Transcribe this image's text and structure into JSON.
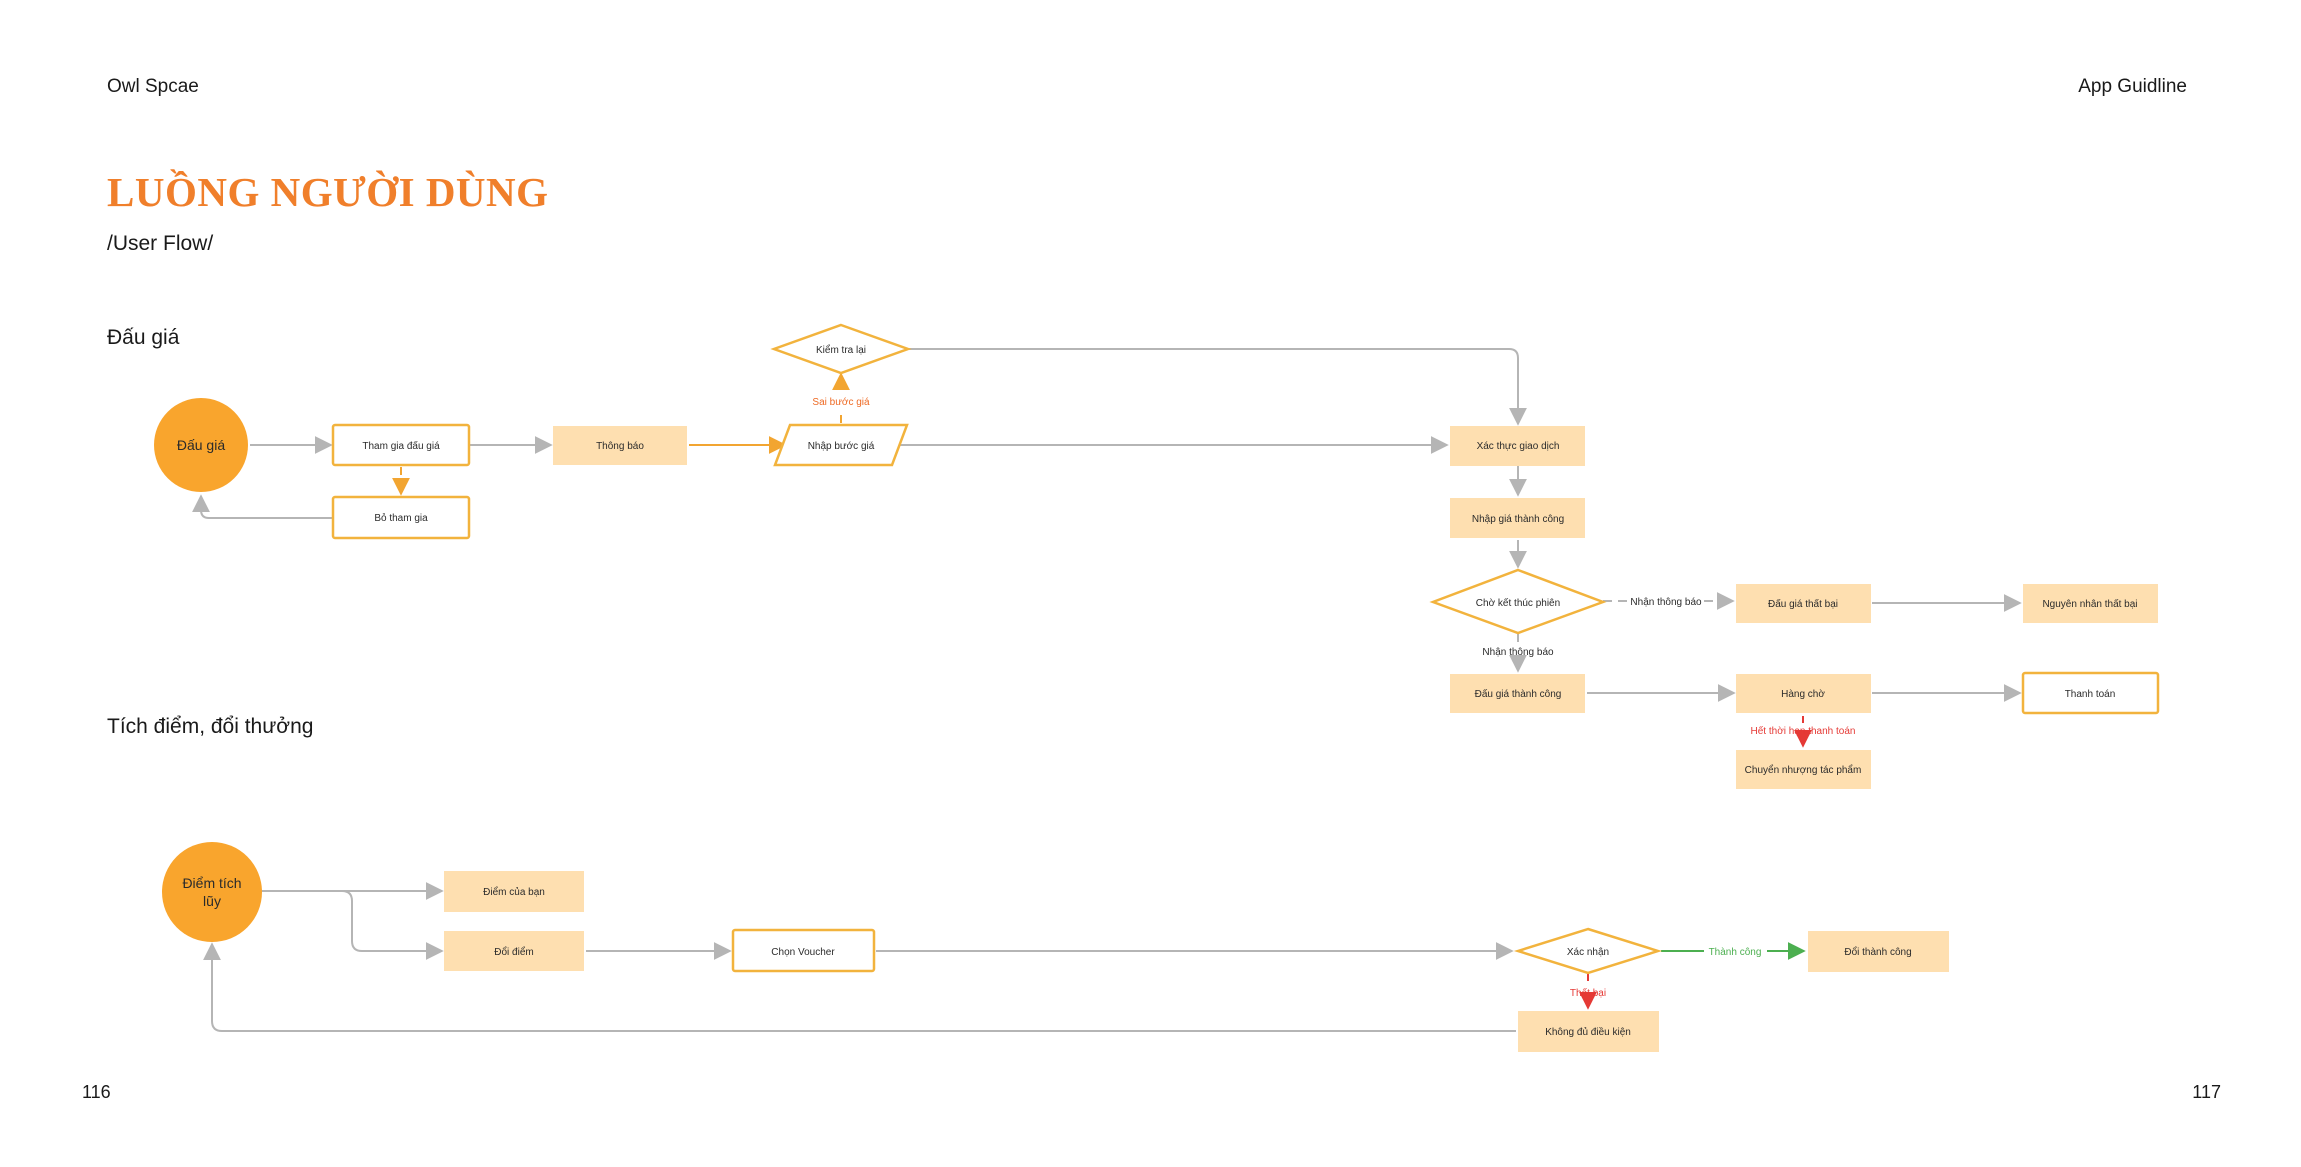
{
  "header": {
    "brand": "Owl Spcae",
    "doc": "App Guidline"
  },
  "title": "LUỒNG NGƯỜI DÙNG",
  "subtitle": "/User Flow/",
  "sections": {
    "auction": "Đấu giá",
    "points": "Tích điểm, đổi thưởng"
  },
  "pages": {
    "left": "116",
    "right": "117"
  },
  "colors": {
    "accent": "#F07F2B",
    "node_orange": "#F9A52D",
    "fill_peach": "#FEDFB0",
    "stroke_orange": "#F2B33D",
    "arrow_gray": "#B5B5B5",
    "error_red": "#E53935",
    "success_green": "#4CAF50"
  },
  "flow_auction": {
    "start": "Đấu giá",
    "join": "Tham gia đấu giá",
    "quit": "Bỏ tham gia",
    "notify": "Thông báo",
    "enter_step": "Nhập bước giá",
    "recheck": "Kiểm tra lại",
    "wrong_step": "Sai bước giá",
    "verify": "Xác thực giao dịch",
    "bid_success": "Nhập giá thành công",
    "wait_end": "Chờ kết thúc phiên",
    "receive_notice_right": "Nhận thông báo",
    "receive_notice_down": "Nhận thông báo",
    "fail": "Đấu giá thất bại",
    "fail_reason": "Nguyên nhân thất bại",
    "success": "Đấu giá thành công",
    "queue": "Hàng chờ",
    "payment": "Thanh toán",
    "expired": "Hết thời hạn thanh toán",
    "transfer": "Chuyển nhượng tác phẩm"
  },
  "flow_points": {
    "start_line1": "Điểm tích",
    "start_line2": "lũy",
    "your_points": "Điểm của bạn",
    "redeem": "Đổi điểm",
    "choose_voucher": "Chọn Voucher",
    "confirm": "Xác nhận",
    "success_label": "Thành công",
    "redeem_success": "Đổi thành công",
    "fail_label": "Thất bại",
    "not_eligible": "Không đủ điều kiện"
  }
}
